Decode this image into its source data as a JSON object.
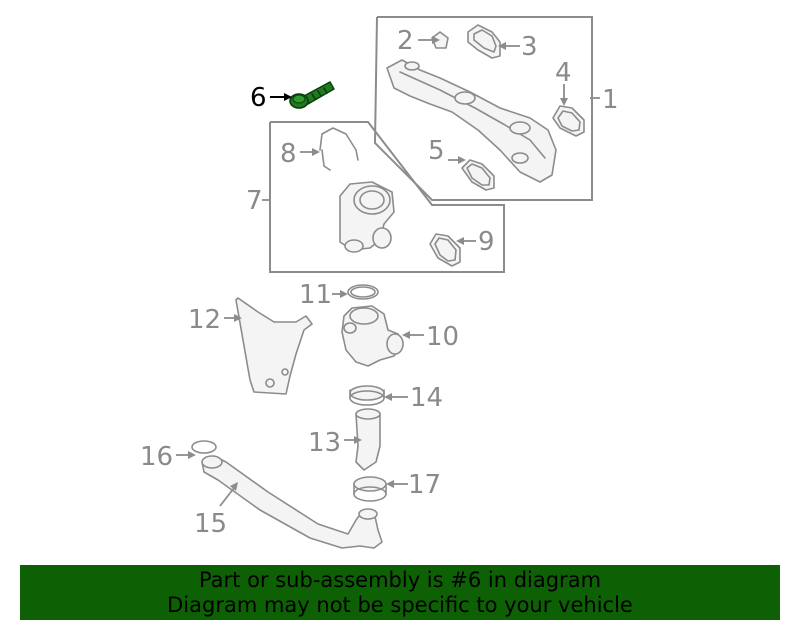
{
  "diagram": {
    "highlighted_part": "6",
    "callouts": {
      "c1": "1",
      "c2": "2",
      "c3": "3",
      "c4": "4",
      "c5": "5",
      "c6": "6",
      "c7": "7",
      "c8": "8",
      "c9": "9",
      "c10": "10",
      "c11": "11",
      "c12": "12",
      "c13": "13",
      "c14": "14",
      "c15": "15",
      "c16": "16",
      "c17": "17"
    },
    "colors": {
      "highlight": "#1f7a1f",
      "lines": "#8c8c8c",
      "banner": "#0e6005"
    }
  },
  "banner": {
    "line1": "Part or sub-assembly is #6 in diagram",
    "line2": "Diagram may not be specific to your vehicle"
  }
}
